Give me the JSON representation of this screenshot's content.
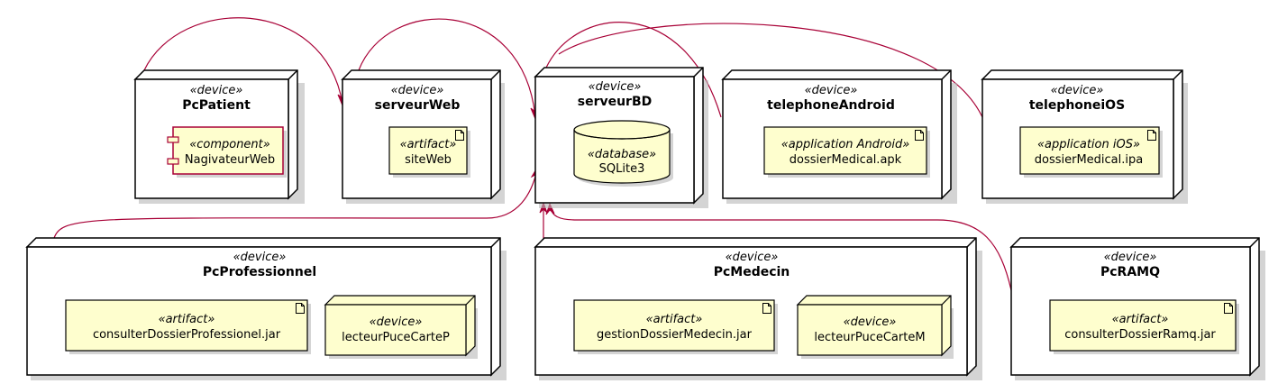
{
  "colors": {
    "link": "#a80036",
    "artifact_fill": "#fefece",
    "node_fill": "#ffffff"
  },
  "nodes": {
    "pcpatient": {
      "stereotype": "«device»",
      "name": "PcPatient",
      "component": {
        "stereotype": "«component»",
        "name": "NagivateurWeb"
      }
    },
    "serveurweb": {
      "stereotype": "«device»",
      "name": "serveurWeb",
      "artifact": {
        "stereotype": "«artifact»",
        "name": "siteWeb"
      }
    },
    "serveurbd": {
      "stereotype": "«device»",
      "name": "serveurBD",
      "database": {
        "stereotype": "«database»",
        "name": "SQLite3"
      }
    },
    "telephoneandroid": {
      "stereotype": "«device»",
      "name": "telephoneAndroid",
      "artifact": {
        "stereotype": "«application Android»",
        "name": "dossierMedical.apk"
      }
    },
    "telephoneios": {
      "stereotype": "«device»",
      "name": "telephoneiOS",
      "artifact": {
        "stereotype": "«application iOS»",
        "name": "dossierMedical.ipa"
      }
    },
    "pcprofessionnel": {
      "stereotype": "«device»",
      "name": "PcProfessionnel",
      "artifact": {
        "stereotype": "«artifact»",
        "name": "consulterDossierProfessionel.jar"
      },
      "device": {
        "stereotype": "«device»",
        "name": "lecteurPuceCarteP"
      }
    },
    "pcmedecin": {
      "stereotype": "«device»",
      "name": "PcMedecin",
      "artifact": {
        "stereotype": "«artifact»",
        "name": "gestionDossierMedecin.jar"
      },
      "device": {
        "stereotype": "«device»",
        "name": "lecteurPuceCarteM"
      }
    },
    "pcramq": {
      "stereotype": "«device»",
      "name": "PcRAMQ",
      "artifact": {
        "stereotype": "«artifact»",
        "name": "consulterDossierRamq.jar"
      }
    }
  }
}
